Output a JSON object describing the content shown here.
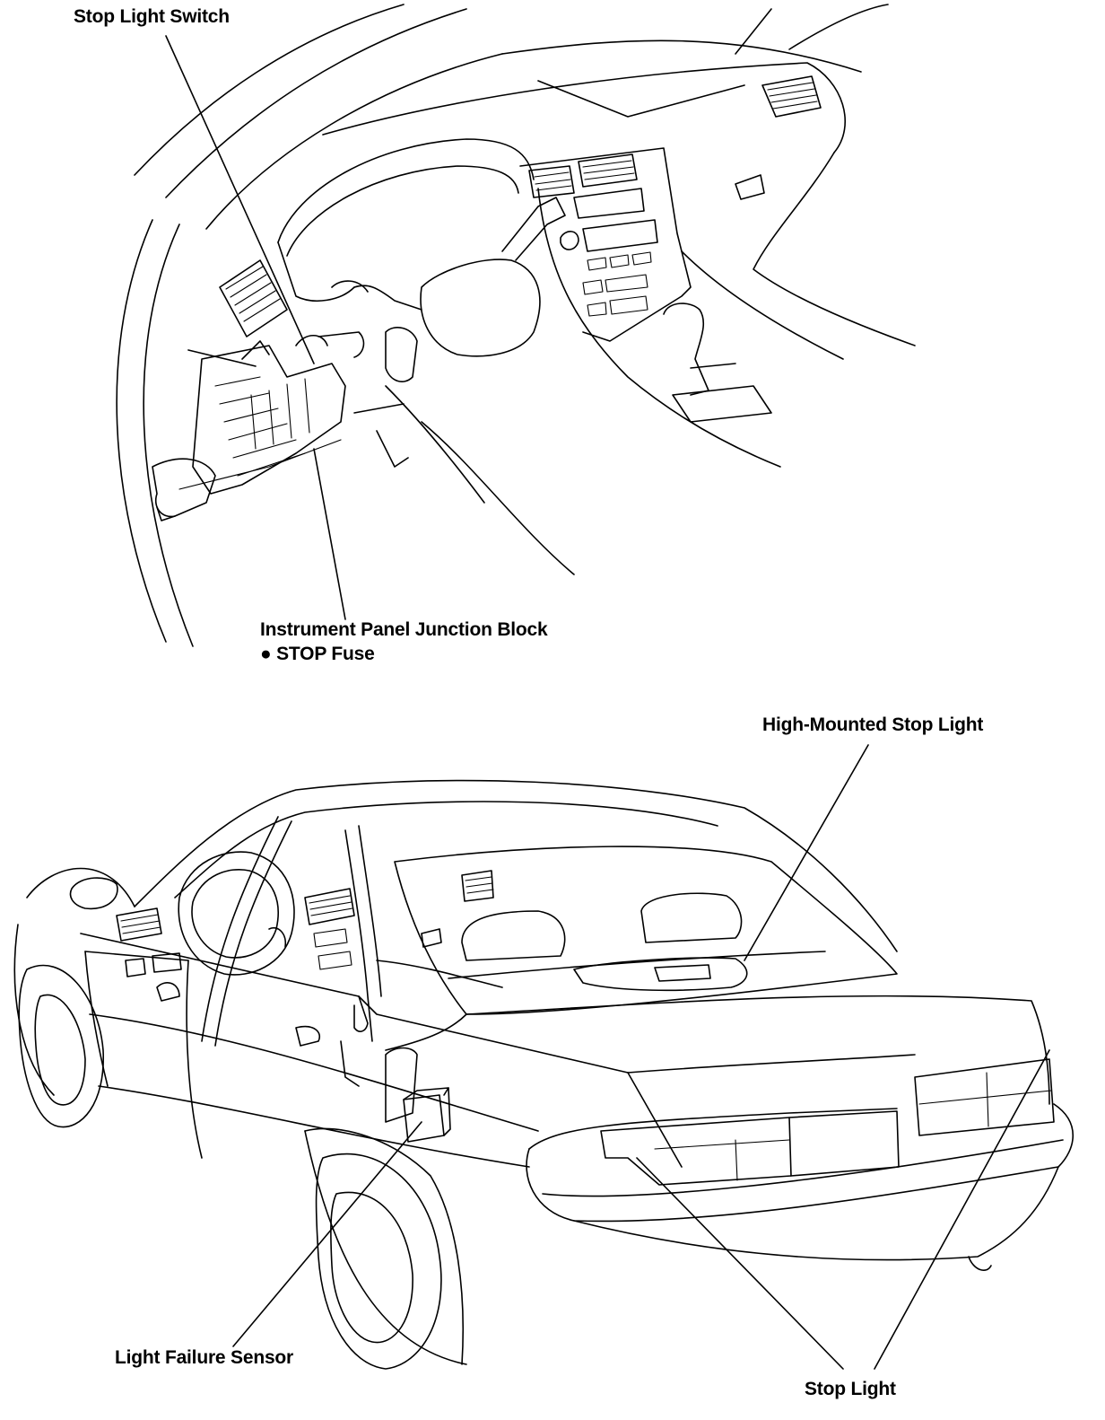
{
  "labels": {
    "stop_light_switch": "Stop Light Switch",
    "junction_block": "Instrument Panel Junction Block",
    "stop_fuse": "STOP Fuse",
    "high_mounted_stop_light": "High-Mounted Stop Light",
    "light_failure_sensor": "Light Failure Sensor",
    "stop_light": "Stop Light"
  },
  "colors": {
    "ink": "#000000",
    "paper": "#ffffff"
  }
}
